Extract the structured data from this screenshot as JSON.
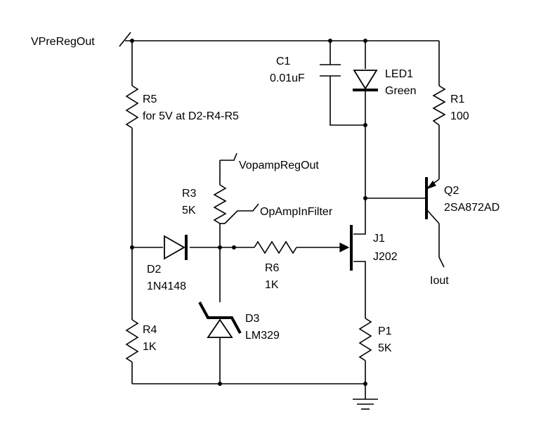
{
  "nets": {
    "vpreregout": "VPreRegOut",
    "vopampregout": "VopampRegOut",
    "opampinfilter": "OpAmpInFilter"
  },
  "components": {
    "C1": {
      "ref": "C1",
      "value": "0.01uF"
    },
    "LED1": {
      "ref": "LED1",
      "value": "Green"
    },
    "R1": {
      "ref": "R1",
      "value": "100"
    },
    "R5": {
      "ref": "R5",
      "value": "for  5V at D2-R4-R5"
    },
    "R3": {
      "ref": "R3",
      "value": "5K"
    },
    "Q2": {
      "ref": "Q2",
      "value": "2SA872AD"
    },
    "J1": {
      "ref": "J1",
      "value": "J202"
    },
    "D2": {
      "ref": "D2",
      "value": "1N4148"
    },
    "R6": {
      "ref": "R6",
      "value": "1K"
    },
    "D3": {
      "ref": "D3",
      "value": "LM329"
    },
    "R4": {
      "ref": "R4",
      "value": "1K"
    },
    "P1": {
      "ref": "P1",
      "value": "5K"
    }
  },
  "output": {
    "label": "Iout"
  }
}
